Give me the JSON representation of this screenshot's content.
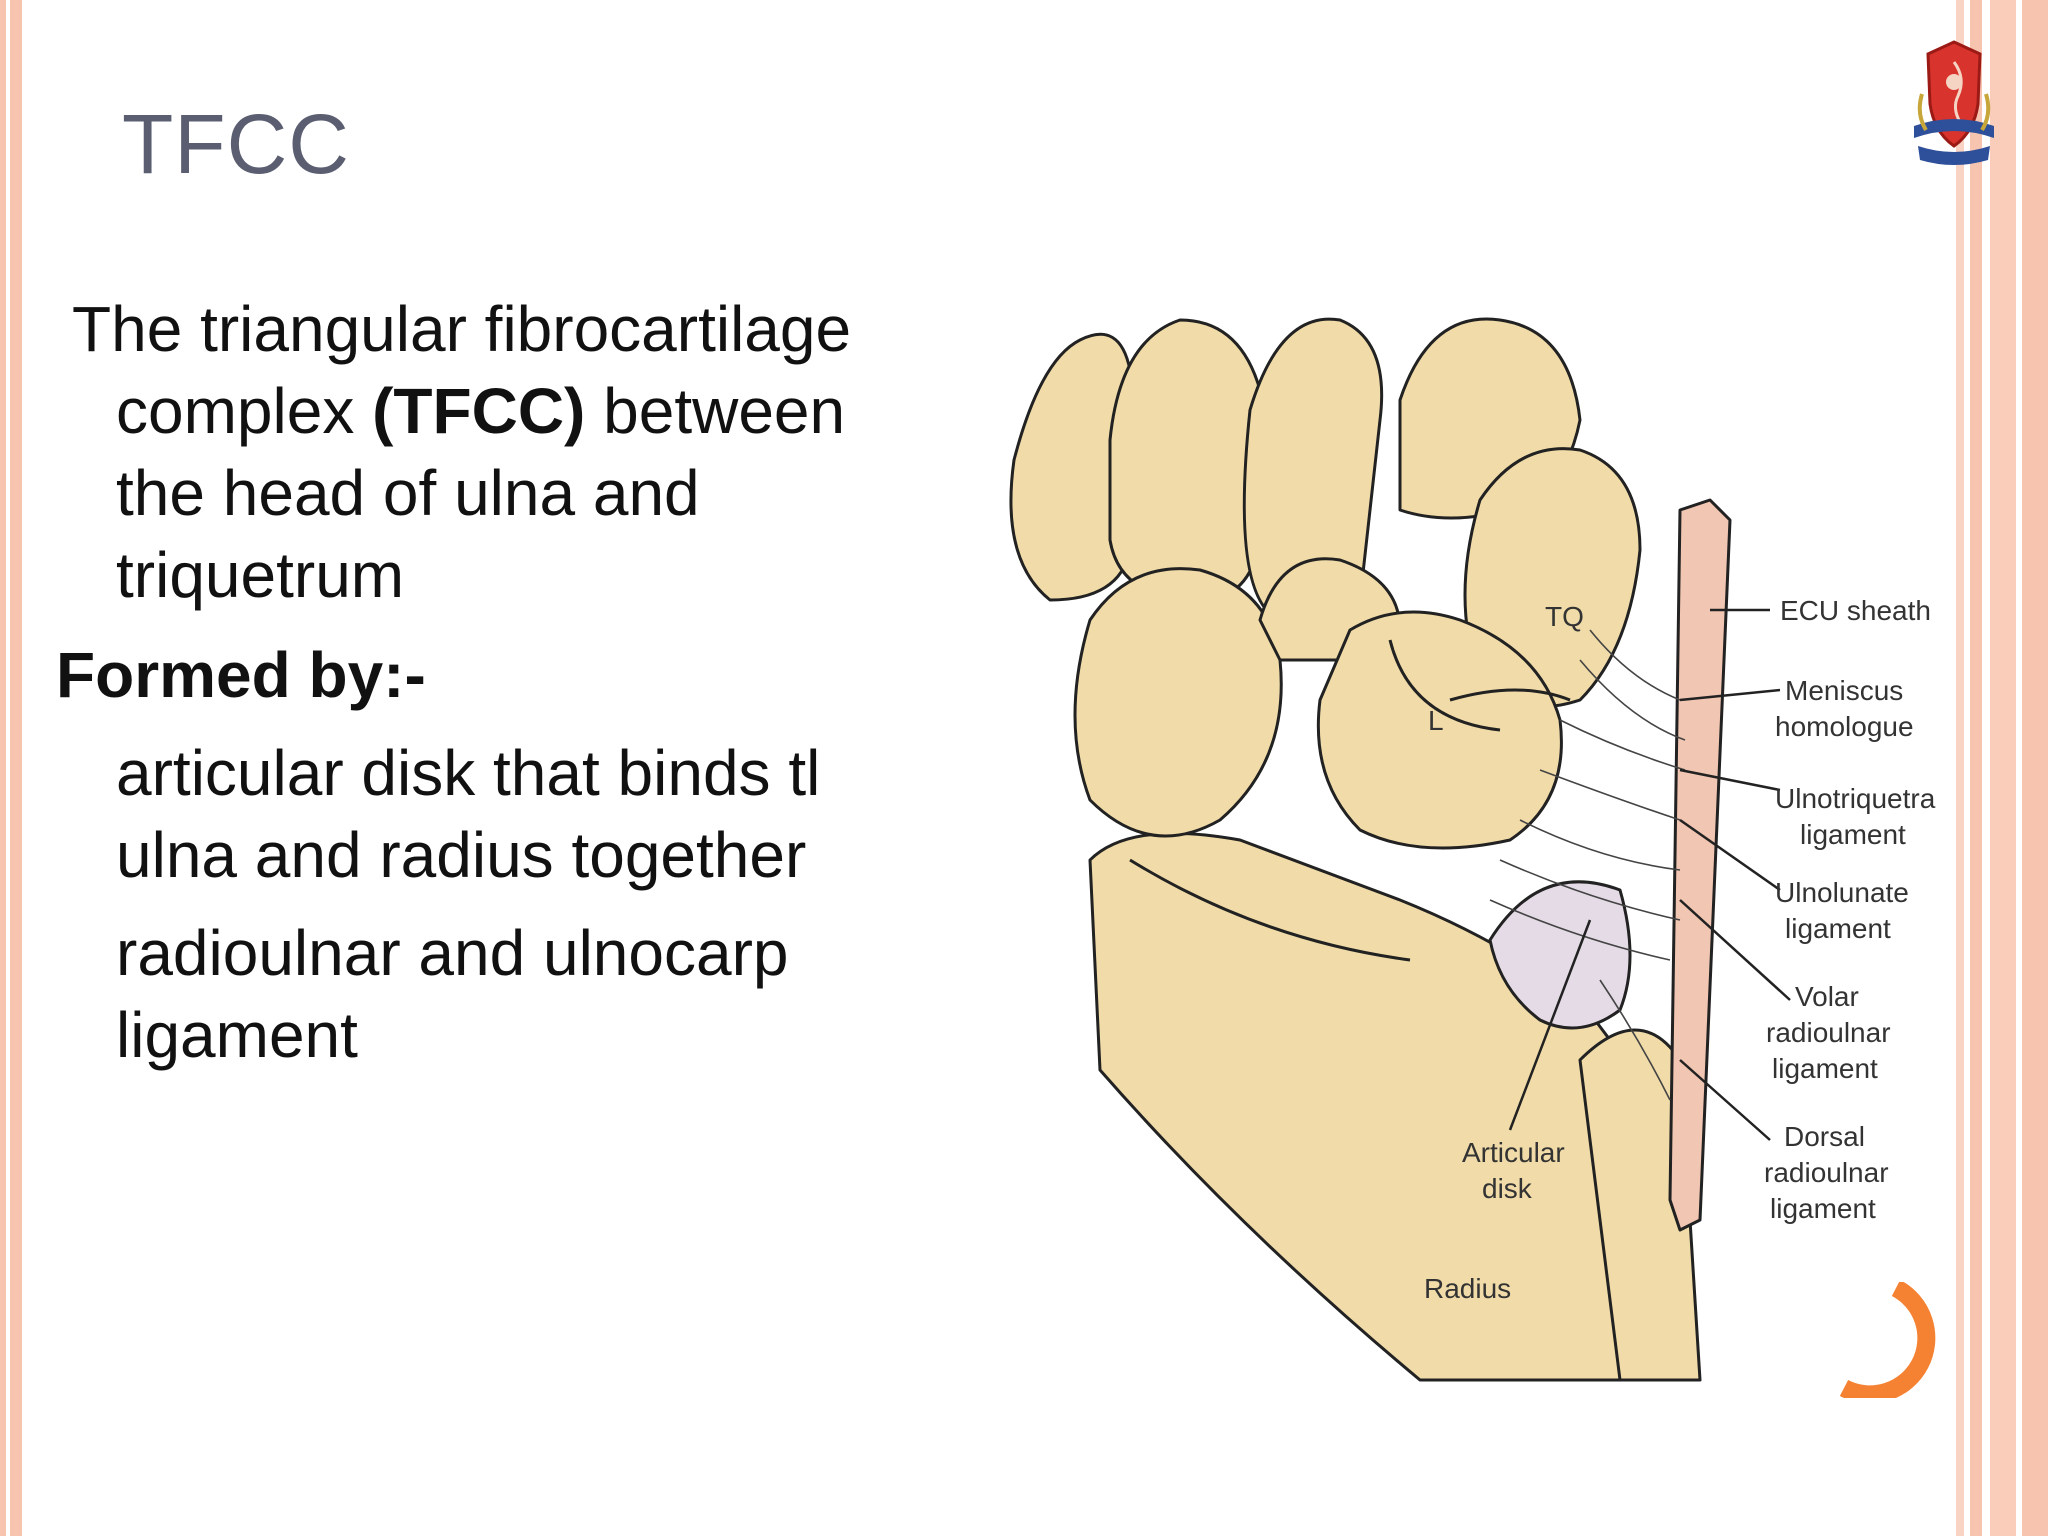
{
  "slide": {
    "title": "TFCC",
    "intro": {
      "part1": "The triangular fibrocartilage complex ",
      "bold": "(TFCC)",
      "part2": " between the head of ulna and triquetrum"
    },
    "formed_by_label": "Formed by:-",
    "items": [
      {
        "line1_words": [
          "articular",
          "disk",
          "that",
          "binds",
          "tl"
        ],
        "line2": "ulna and radius together"
      },
      {
        "line1_words": [
          "radioulnar",
          "and",
          "ulnocarp"
        ],
        "line2": "ligament"
      }
    ]
  },
  "figure": {
    "labels": {
      "tq": "TQ",
      "l": "L",
      "ecu": "ECU sheath",
      "meniscus_1": "Meniscus",
      "meniscus_2": "homologue",
      "ulnotriq_1": "Ulnotriquetra",
      "ulnotriq_2": "ligament",
      "ulnolunate_1": "Ulnolunate",
      "ulnolunate_2": "ligament",
      "volar_1": "Volar",
      "volar_2": "radioulnar",
      "volar_3": "ligament",
      "dorsal_1": "Dorsal",
      "dorsal_2": "radioulnar",
      "dorsal_3": "ligament",
      "articular_1": "Articular",
      "articular_2": "disk",
      "radius": "Radius"
    },
    "colors": {
      "bone": "#f1dca9",
      "disk": "#e5dbe6",
      "sheath": "#f1c6b2",
      "outline": "#222222"
    }
  },
  "colors": {
    "title": "#5a5e70",
    "frame": "#f7c4b0",
    "accent": "#f58233"
  }
}
